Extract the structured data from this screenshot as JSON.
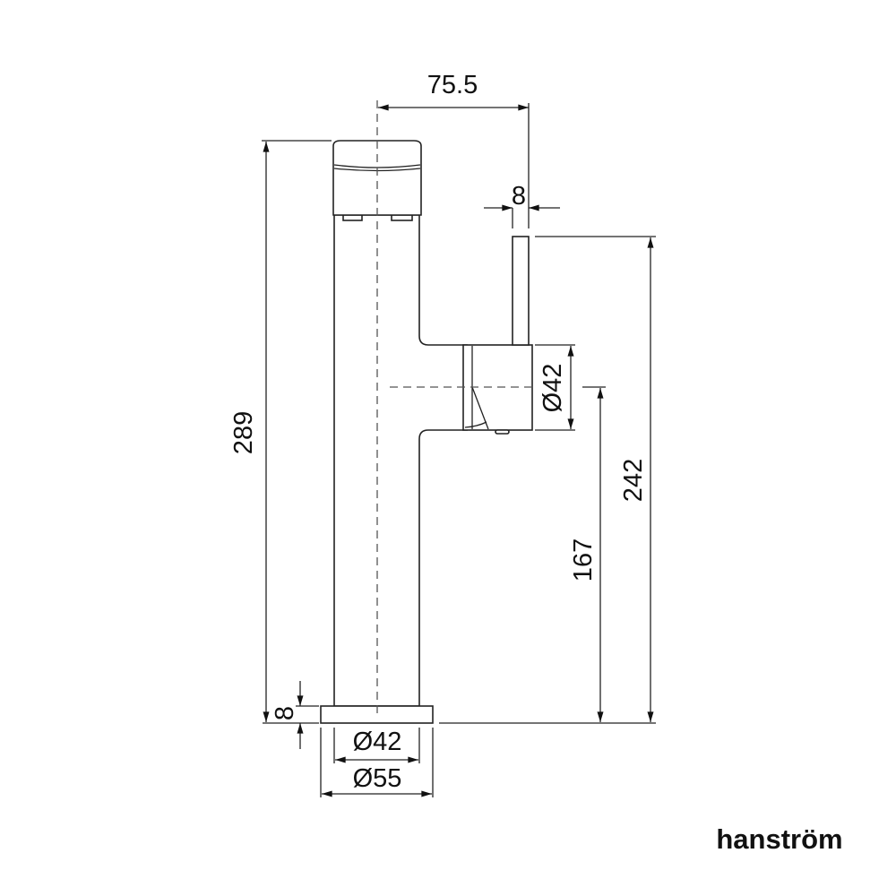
{
  "dimensions": {
    "spout_reach": "75.5",
    "lever_width": "8",
    "total_height": "289",
    "lever_height": "242",
    "spout_diameter": "Ø42",
    "spout_height": "167",
    "base_thickness": "8",
    "body_diameter": "Ø42",
    "base_diameter": "Ø55"
  },
  "brand": {
    "logo_text": "hanström"
  }
}
